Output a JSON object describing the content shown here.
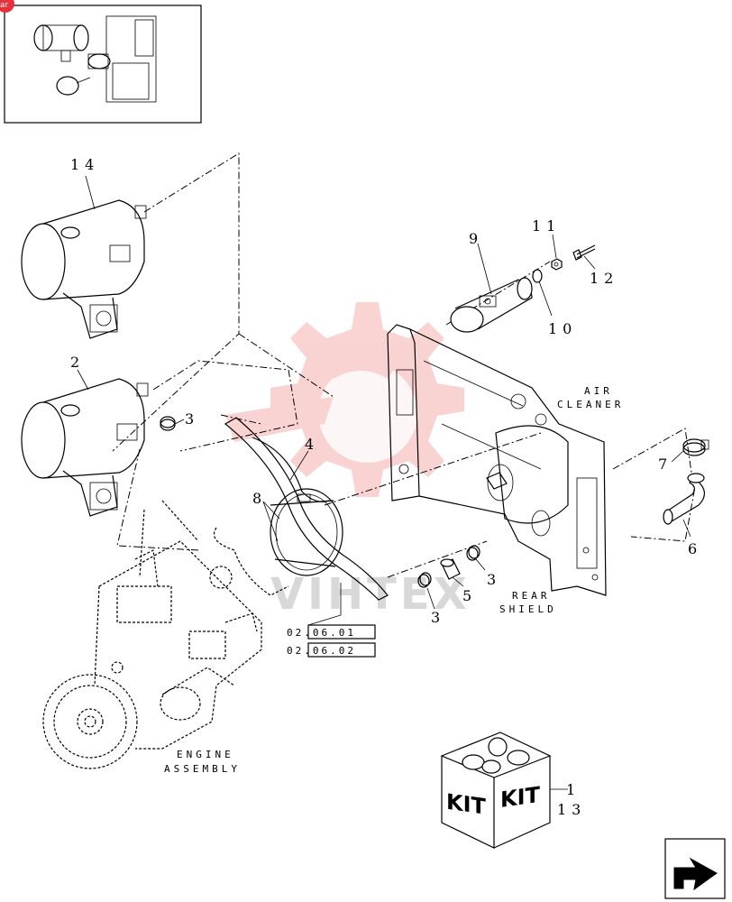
{
  "badge": {
    "text": "ar",
    "color": "#e8303a"
  },
  "callouts": {
    "c1": "1",
    "c2": "2",
    "c3a": "3",
    "c3b": "3",
    "c3c": "3",
    "c4": "4",
    "c5": "5",
    "c6": "6",
    "c7": "7",
    "c8": "8",
    "c9": "9",
    "c10": "10",
    "c11": "11",
    "c12": "12",
    "c13": "13",
    "c14": "14"
  },
  "labels": {
    "air_cleaner_1": "AIR",
    "air_cleaner_2": "CLEANER",
    "rear_shield_1": "REAR",
    "rear_shield_2": "SHIELD",
    "engine_assembly_1": "ENGINE",
    "engine_assembly_2": "ASSEMBLY"
  },
  "references": {
    "ref1": "02.06.01",
    "ref2": "02.06.02"
  },
  "kit": {
    "left": "KIT",
    "right": "KIT"
  },
  "watermark": {
    "text": "VIHTEX",
    "color": "#f0a0a0"
  },
  "nav": {
    "icon": "next-page-arrow-icon"
  }
}
